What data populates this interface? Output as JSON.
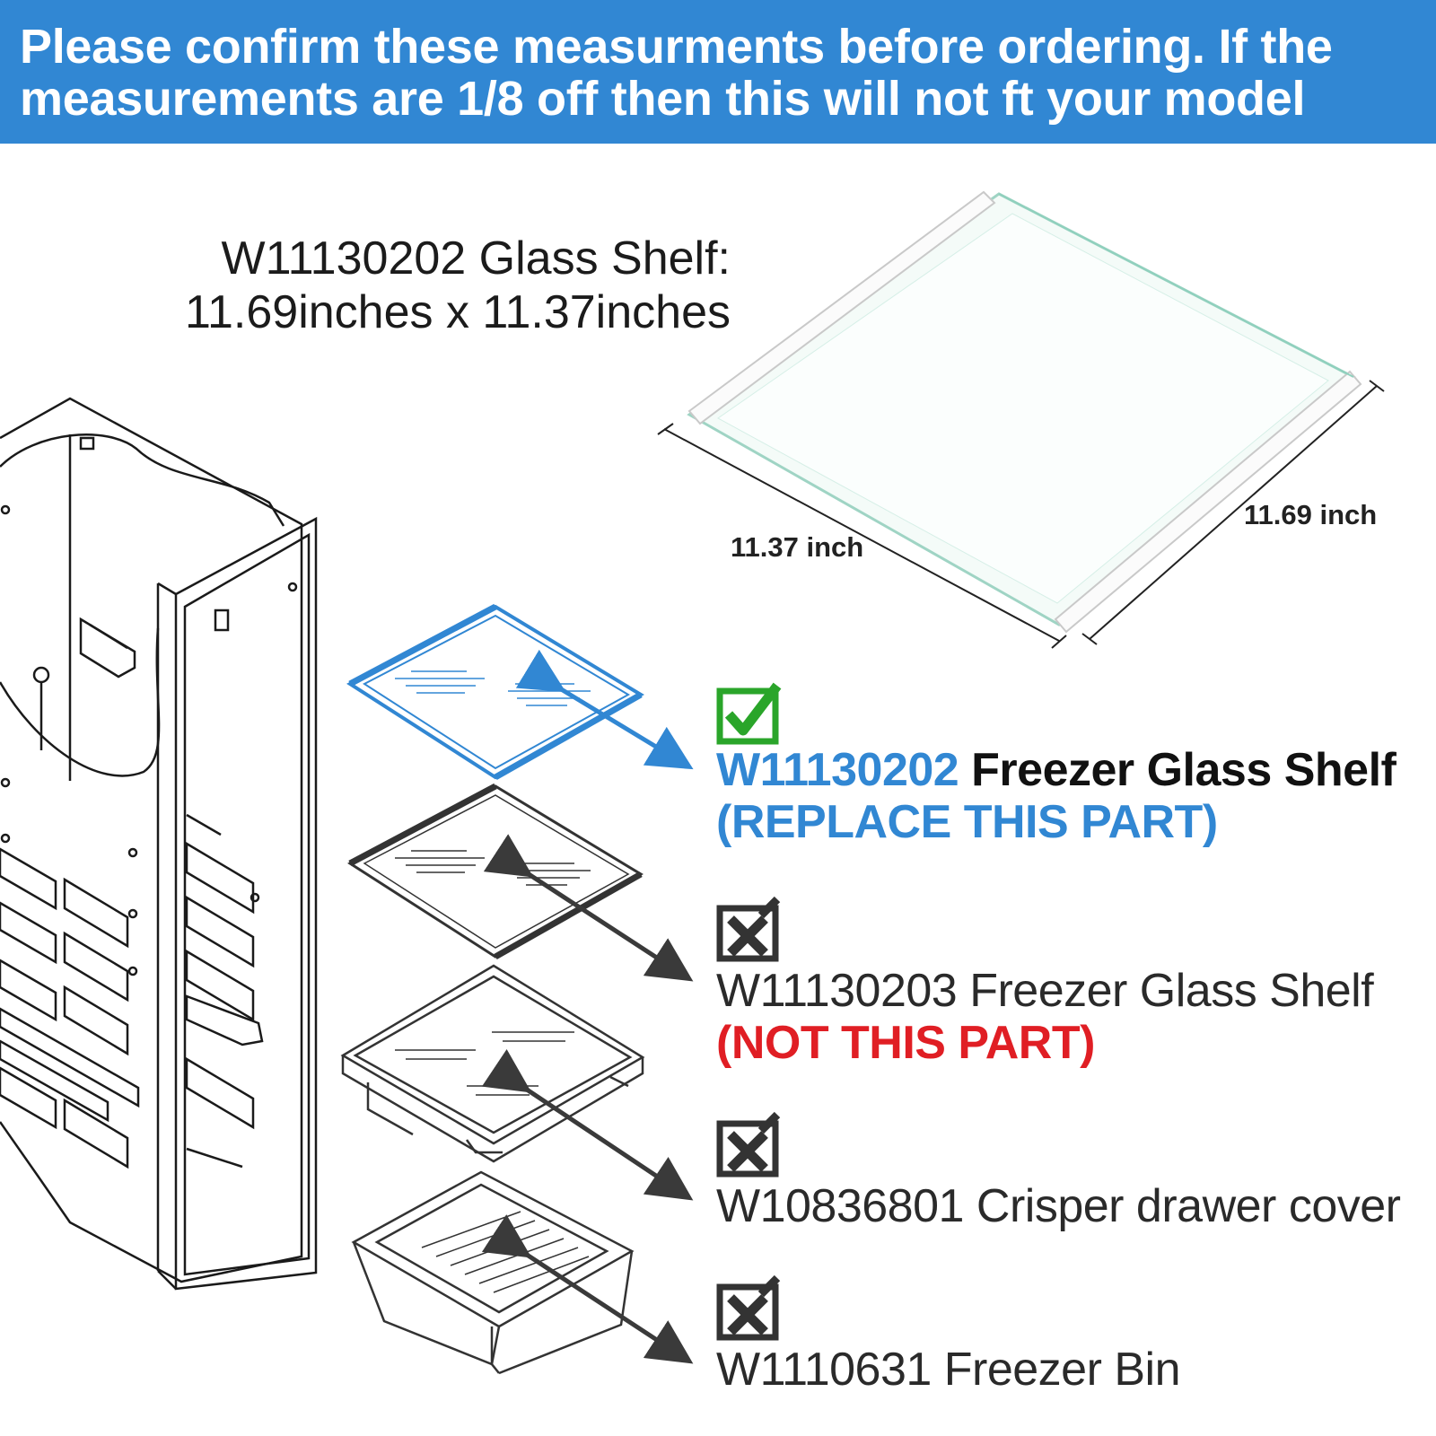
{
  "banner": {
    "line1": "Please confirm these measurments before ordering. If the",
    "line2": "measurements are 1/8 off then this will not ft your model"
  },
  "shelf_info": {
    "title": "W11130202 Glass Shelf:",
    "size": "11.69inches x 11.37inches"
  },
  "dimensions": {
    "depth_label": "11.37 inch",
    "width_label": "11.69 inch"
  },
  "parts": [
    {
      "code": "W11130202",
      "name": "Freezer Glass Shelf",
      "note": "(REPLACE THIS PART)",
      "status": "check-icon"
    },
    {
      "code": "W11130203",
      "name": "Freezer Glass Shelf",
      "note": "(NOT THIS PART)",
      "status": "cross-icon"
    },
    {
      "code": "W10836801",
      "name": "Crisper drawer cover",
      "note": "",
      "status": "cross-icon"
    },
    {
      "code": "W1110631",
      "name": "Freezer Bin",
      "note": "",
      "status": "cross-icon"
    }
  ],
  "colors": {
    "banner": "#3187d3",
    "highlight": "#3187d3",
    "warning": "#e01e24",
    "check": "#2aa52a"
  }
}
